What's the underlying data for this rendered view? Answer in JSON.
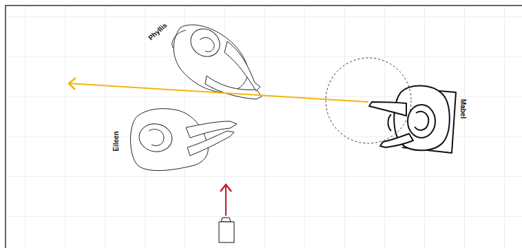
{
  "diagram": {
    "labels": [
      "Phyllis",
      "Eileen",
      "Mabel"
    ]
  }
}
